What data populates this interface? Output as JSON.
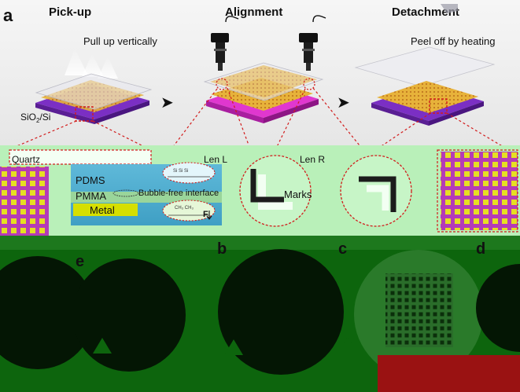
{
  "panel_a": {
    "letter": "a",
    "step_pickup": "Pick-up",
    "step_alignment": "Alignment",
    "step_detachment": "Detachment",
    "pull_up_note": "Pull up vertically",
    "peel_off_note": "Peel off by heating",
    "substrate_prefix": "SiO",
    "substrate_sub": "2",
    "substrate_suffix": "/Si",
    "arrow_glyph": "➤"
  },
  "stack": {
    "quartz": "Quartz",
    "pdms": "PDMS",
    "pmma": "PMMA",
    "metal": "Metal",
    "interface": "Bubble-free interface",
    "force": "F"
  },
  "lens": {
    "left": "Len L",
    "right": "Len R",
    "marks": "Marks"
  },
  "panel_letters": {
    "e": "e",
    "b": "b",
    "c": "c",
    "d": "d"
  },
  "colors": {
    "purple_substrate": "#8a3fd0",
    "magenta_substrate": "#e040d8",
    "gold_pattern": "#d7a23a",
    "green_background": "#0e6a0e",
    "pdms_blue": "#58b7d8",
    "metal_yellow": "#d8e000",
    "outline_red": "#d21c1c"
  }
}
